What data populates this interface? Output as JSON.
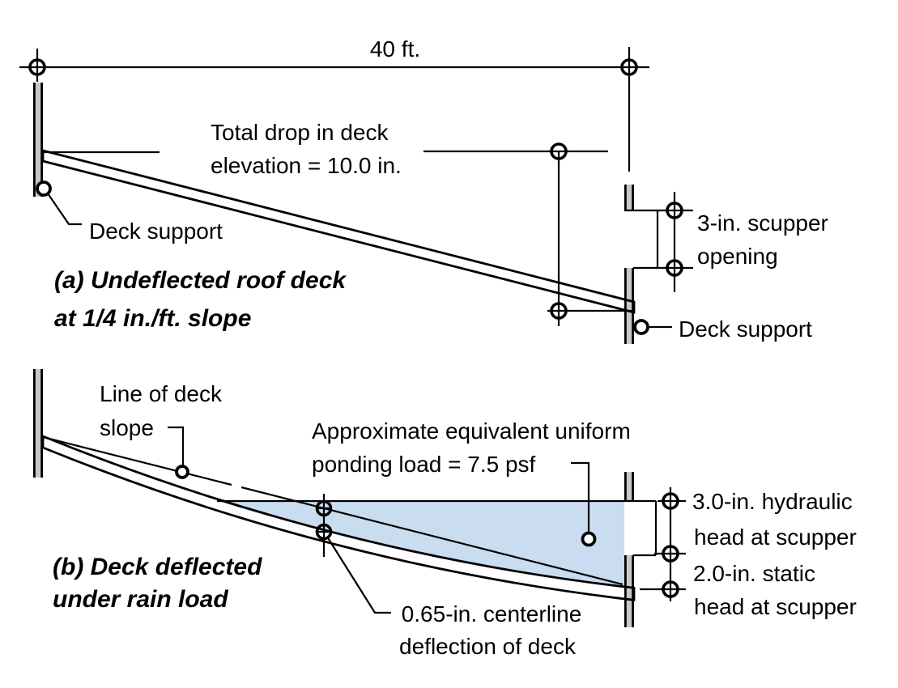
{
  "colors": {
    "water": "#c9dcf0",
    "structure_gray": "#c8c8c8",
    "line": "#000000",
    "background": "#ffffff"
  },
  "panel_a": {
    "caption_line1": "(a) Undeflected roof deck",
    "caption_line2": "at 1/4 in./ft. slope",
    "span_dimension": "40 ft.",
    "drop_line1": "Total drop in deck",
    "drop_line2": "elevation = 10.0 in.",
    "left_support_label": "Deck support",
    "right_support_label": "Deck support",
    "scupper_line1": "3-in. scupper",
    "scupper_line2": "opening"
  },
  "panel_b": {
    "caption_line1": "(b) Deck deflected",
    "caption_line2": "under rain load",
    "slope_label_line1": "Line of deck",
    "slope_label_line2": "slope",
    "ponding_line1": "Approximate equivalent uniform",
    "ponding_line2": "ponding load = 7.5 psf",
    "deflection_line1": "0.65-in. centerline",
    "deflection_line2": "deflection of deck",
    "hydraulic_line1": "3.0-in. hydraulic",
    "hydraulic_line2": "head at scupper",
    "static_line1": "2.0-in. static",
    "static_line2": "head at scupper"
  }
}
